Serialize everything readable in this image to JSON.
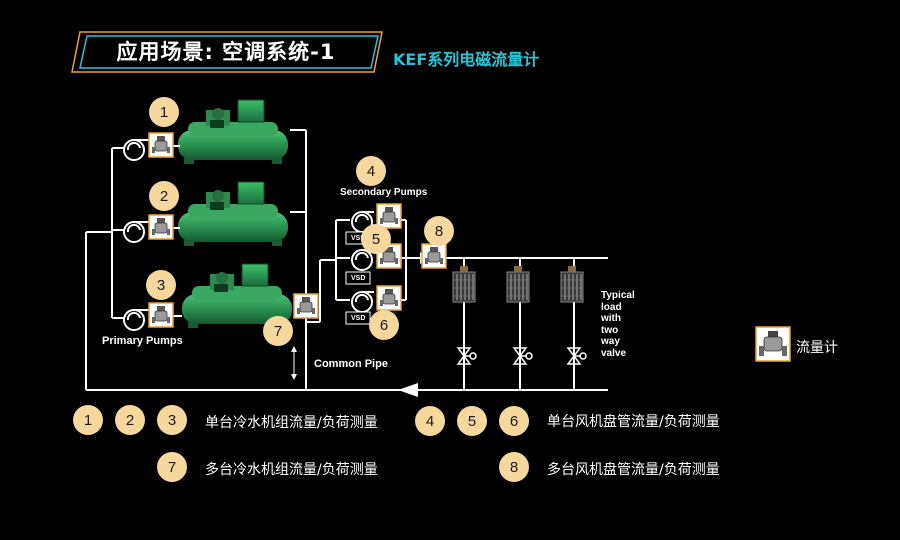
{
  "header": {
    "title": "应用场景: 空调系统-1",
    "subtitle": "KEF系列电磁流量计"
  },
  "diagram": {
    "labels": {
      "primary_pumps": "Primary Pumps",
      "secondary_pumps": "Secondary Pumps",
      "common_pipe": "Common Pipe",
      "vsd": "VSD",
      "typical_load": [
        "Typical",
        "load",
        "with",
        "two",
        "way",
        "valve"
      ]
    },
    "badges": [
      "1",
      "2",
      "3",
      "4",
      "5",
      "6",
      "7",
      "8"
    ],
    "meter_legend": "流量计"
  },
  "legend": {
    "row1_left": {
      "badges": [
        "1",
        "2",
        "3"
      ],
      "text": "单台冷水机组流量/负荷测量"
    },
    "row1_right": {
      "badges": [
        "4",
        "5",
        "6"
      ],
      "text": "单台风机盘管流量/负荷测量"
    },
    "row2_left": {
      "badges": [
        "7"
      ],
      "text": "多台冷水机组流量/负荷测量"
    },
    "row2_right": {
      "badges": [
        "8"
      ],
      "text": "多台风机盘管流量/负荷测量"
    }
  },
  "colors": {
    "background": "#000000",
    "accent_cyan": "#22c6d8",
    "accent_orange": "#f0a030",
    "badge": "#f6d79c",
    "chiller": "#2f9a55",
    "pipe": "#ffffff"
  }
}
